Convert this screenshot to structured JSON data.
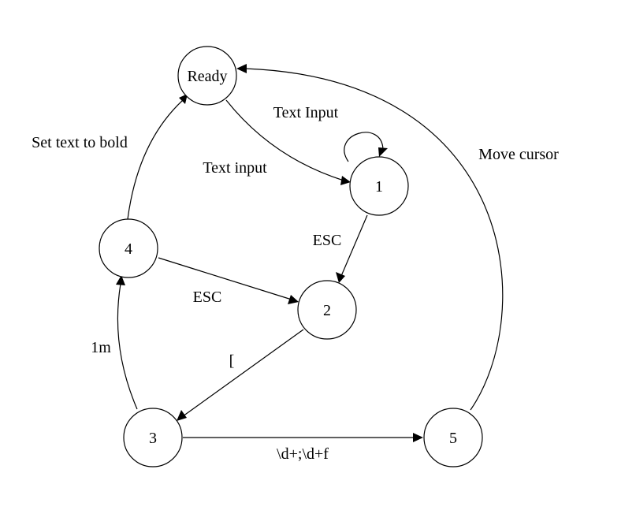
{
  "diagram": {
    "type": "state-machine",
    "states": {
      "ready": {
        "label": "Ready"
      },
      "s1": {
        "label": "1"
      },
      "s2": {
        "label": "2"
      },
      "s3": {
        "label": "3"
      },
      "s4": {
        "label": "4"
      },
      "s5": {
        "label": "5"
      }
    },
    "transitions": {
      "ready_to_1": {
        "from": "Ready",
        "to": "1",
        "label": "Text input"
      },
      "loop_1": {
        "from": "1",
        "to": "1",
        "label": "Text Input"
      },
      "s1_to_2": {
        "from": "1",
        "to": "2",
        "label": "ESC"
      },
      "s4_to_2": {
        "from": "4",
        "to": "2",
        "label": "ESC"
      },
      "s2_to_3": {
        "from": "2",
        "to": "3",
        "label": "["
      },
      "s3_to_4": {
        "from": "3",
        "to": "4",
        "label": "1m"
      },
      "s4_to_ready": {
        "from": "4",
        "to": "Ready",
        "label": "Set text to bold"
      },
      "s3_to_5": {
        "from": "3",
        "to": "5",
        "label": "\\d+;\\d+f"
      },
      "s5_to_ready": {
        "from": "5",
        "to": "Ready",
        "label": "Move cursor"
      }
    }
  }
}
